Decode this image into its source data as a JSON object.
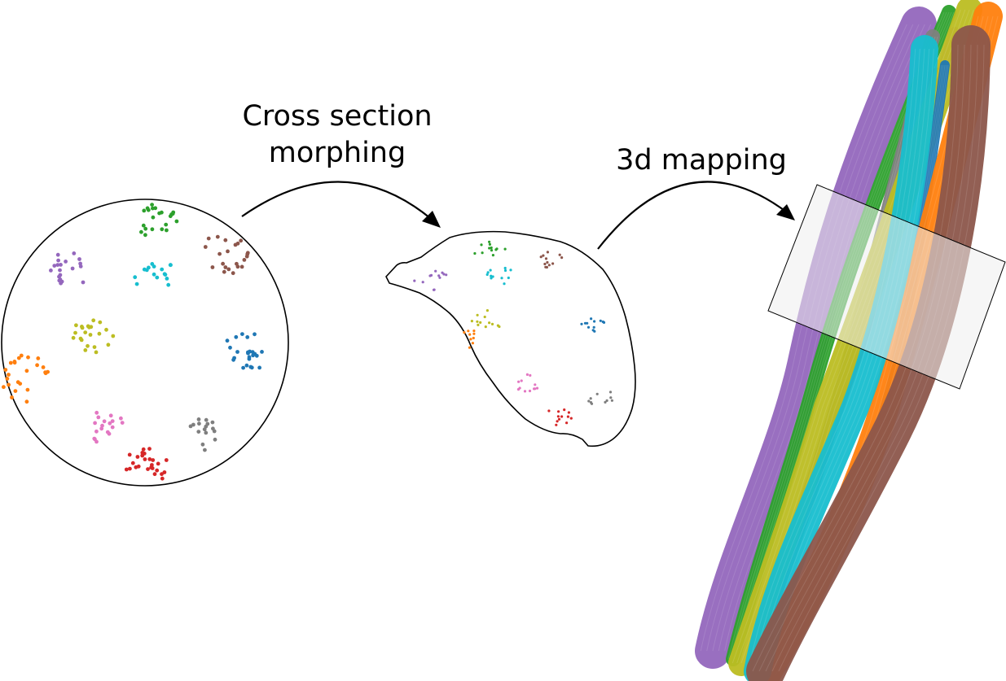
{
  "labels": {
    "morph_line1": "Cross section",
    "morph_line2": "morphing",
    "mapping": "3d mapping"
  },
  "bundles": [
    {
      "key": "blue",
      "color": "#1f77b4"
    },
    {
      "key": "orange",
      "color": "#ff7f0e"
    },
    {
      "key": "green",
      "color": "#2ca02c"
    },
    {
      "key": "red",
      "color": "#d62728"
    },
    {
      "key": "purple",
      "color": "#9467bd"
    },
    {
      "key": "brown",
      "color": "#8c564b"
    },
    {
      "key": "pink",
      "color": "#e377c2"
    },
    {
      "key": "gray",
      "color": "#7f7f7f"
    },
    {
      "key": "olive",
      "color": "#bcbd22"
    },
    {
      "key": "cyan",
      "color": "#17becf"
    }
  ]
}
